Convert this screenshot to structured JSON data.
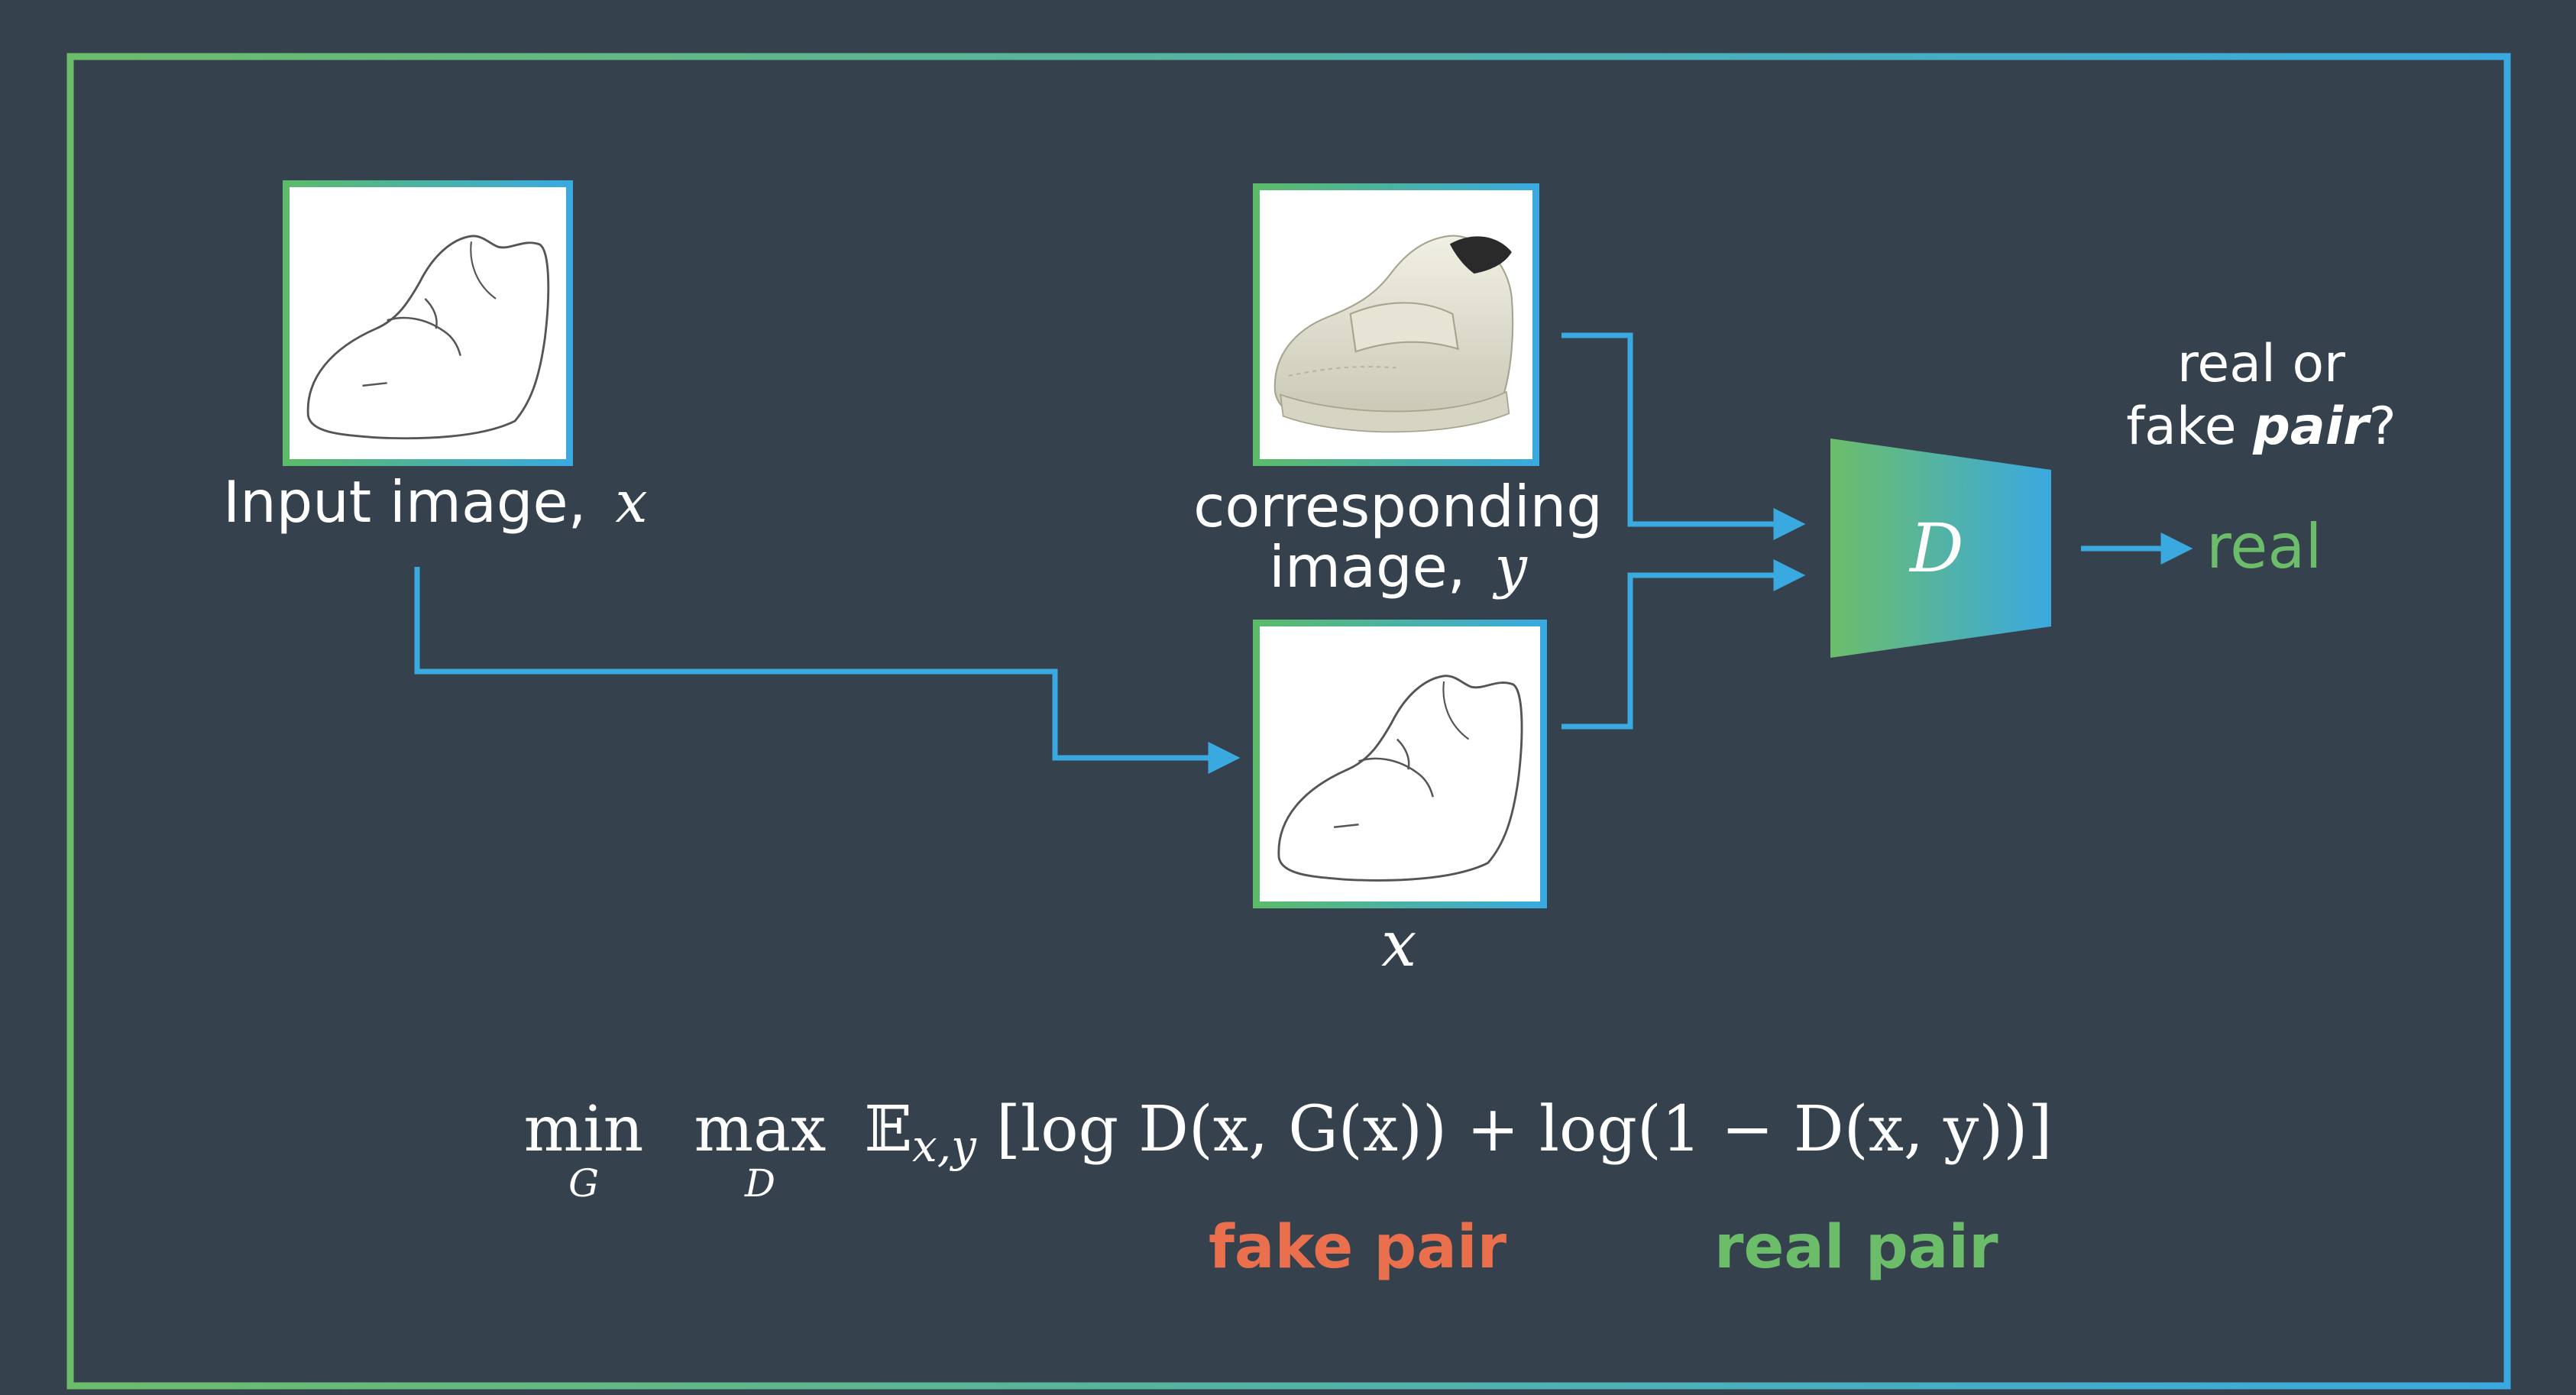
{
  "input_label": {
    "text": "Input image,",
    "var": "x"
  },
  "corresponding_label": {
    "line1": "corresponding",
    "line2": "image,",
    "var": "y"
  },
  "lower_x_label": "x",
  "discriminator_label": "D",
  "question": {
    "line1": "real or",
    "line2_prefix": "fake ",
    "line2_emph": "pair",
    "line2_suffix": "?"
  },
  "output_label": "real",
  "equation": {
    "min": "min",
    "min_sub": "G",
    "max": "max",
    "max_sub": "D",
    "expect": "𝔼",
    "expect_sub": "x,y",
    "body": "[log D(x, G(x)) + log(1 − D(x, y))]"
  },
  "fake_pair_label": "fake pair",
  "real_pair_label": "real pair",
  "colors": {
    "background": "#36414e",
    "green": "#6cbd6a",
    "blue": "#3aa9e0",
    "fake": "#ea6f4c",
    "text": "#ffffff"
  },
  "icons": {
    "input_image": "shoe-sketch-icon",
    "corresponding_image": "shoe-photo-icon",
    "paired_input_image": "shoe-sketch-icon"
  }
}
